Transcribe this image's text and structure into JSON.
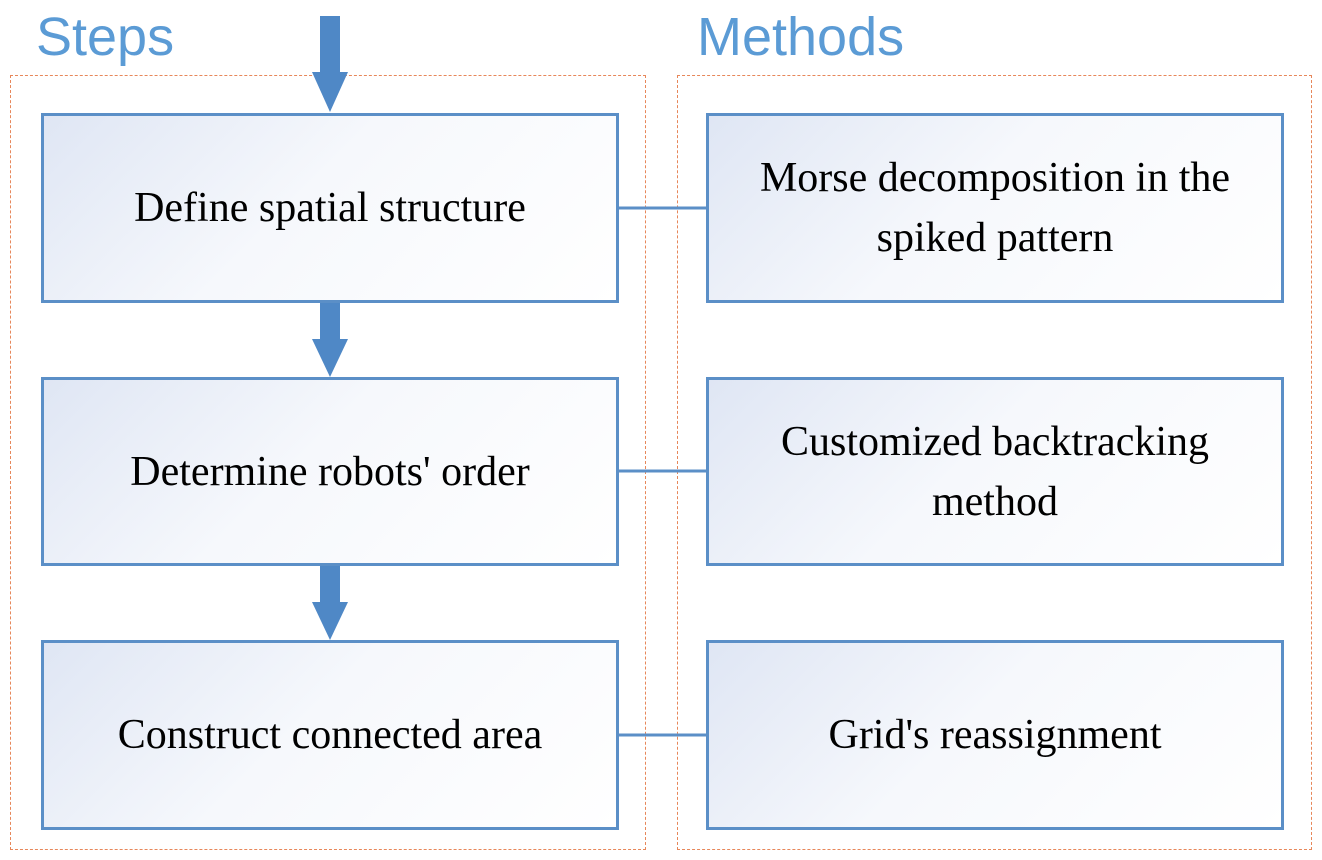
{
  "headers": {
    "steps": "Steps",
    "methods": "Methods"
  },
  "steps": [
    {
      "label": "Define spatial structure"
    },
    {
      "label": "Determine robots' order"
    },
    {
      "label": "Construct connected area"
    }
  ],
  "methods": [
    {
      "label": "Morse decomposition in the\nspiked pattern"
    },
    {
      "label": "Customized backtracking\nmethod"
    },
    {
      "label": "Grid's reassignment"
    }
  ],
  "colors": {
    "header": "#5b9bd5",
    "box_border": "#5b8fc7",
    "arrow": "#4f88c6",
    "group_border": "#e7875a",
    "connector": "#5b8fc7"
  }
}
